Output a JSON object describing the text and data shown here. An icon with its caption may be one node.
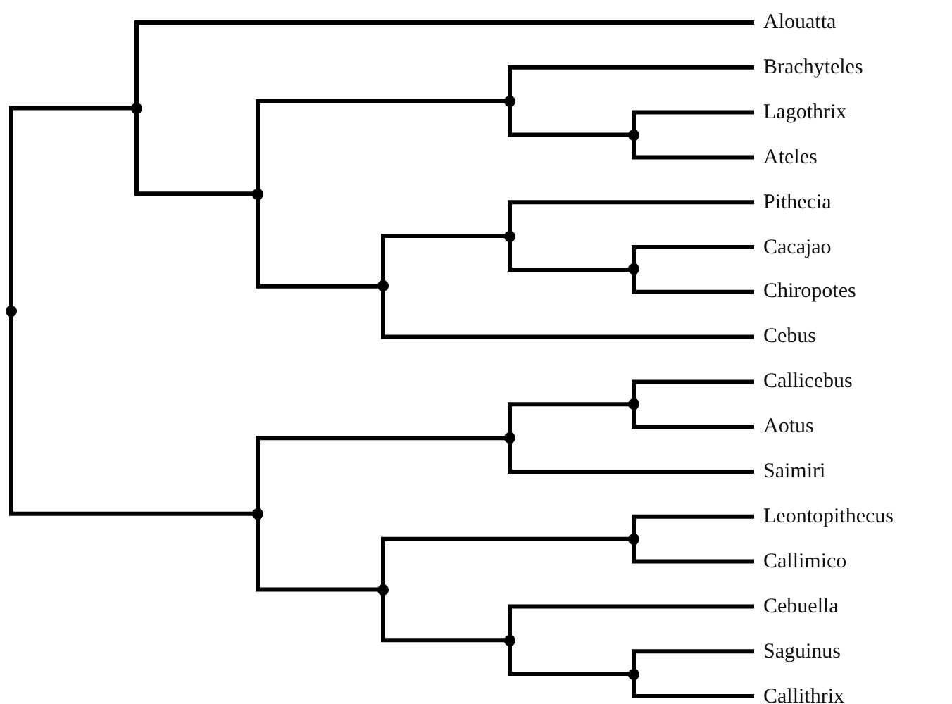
{
  "diagram": {
    "nodes": [
      {
        "text": [],
        "shape": "point"
      },
      {
        "text": [],
        "shape": "point"
      },
      {
        "text": [
          "Alouatta"
        ]
      },
      {
        "text": [],
        "shape": "point"
      },
      {
        "text": [],
        "shape": "point"
      },
      {
        "text": [
          "Brachyteles"
        ]
      },
      {
        "text": [],
        "shape": "point"
      },
      {
        "text": [
          "Lagothrix"
        ]
      },
      {
        "text": [
          "Ateles"
        ]
      },
      {
        "text": [],
        "shape": "point"
      },
      {
        "text": [],
        "shape": "point"
      },
      {
        "text": [
          "Pithecia"
        ]
      },
      {
        "text": [],
        "shape": "point"
      },
      {
        "text": [
          "Cacajao"
        ]
      },
      {
        "text": [
          "Chiropotes"
        ]
      },
      {
        "text": [
          "Cebus"
        ]
      },
      {
        "text": [],
        "shape": "point"
      },
      {
        "text": [],
        "shape": "point"
      },
      {
        "text": [],
        "shape": "point"
      },
      {
        "text": [
          "Callicebus"
        ]
      },
      {
        "text": [
          "Aotus"
        ]
      },
      {
        "text": [
          "Saimiri"
        ]
      },
      {
        "text": [],
        "shape": "point"
      },
      {
        "text": [],
        "shape": "point"
      },
      {
        "text": [
          "Leontopithecus"
        ]
      },
      {
        "text": [
          "Callimico"
        ]
      },
      {
        "text": [],
        "shape": "point"
      },
      {
        "text": [
          "Cebuella"
        ]
      },
      {
        "text": [],
        "shape": "point"
      },
      {
        "text": [
          "Saguinus"
        ]
      },
      {
        "text": [
          "Callithrix"
        ]
      }
    ],
    "edges": [
      {
        "from": 0,
        "to": 1,
        "arrow": "none"
      },
      {
        "from": 1,
        "to": 2,
        "arrow": "none"
      },
      {
        "from": 1,
        "to": 3,
        "arrow": "none"
      },
      {
        "from": 3,
        "to": 4,
        "arrow": "none"
      },
      {
        "from": 4,
        "to": 5,
        "arrow": "none"
      },
      {
        "from": 4,
        "to": 6,
        "arrow": "none"
      },
      {
        "from": 6,
        "to": 7,
        "arrow": "none"
      },
      {
        "from": 6,
        "to": 8,
        "arrow": "none"
      },
      {
        "from": 3,
        "to": 9,
        "arrow": "none"
      },
      {
        "from": 9,
        "to": 10,
        "arrow": "none"
      },
      {
        "from": 10,
        "to": 11,
        "arrow": "none"
      },
      {
        "from": 10,
        "to": 12,
        "arrow": "none"
      },
      {
        "from": 12,
        "to": 13,
        "arrow": "none"
      },
      {
        "from": 12,
        "to": 14,
        "arrow": "none"
      },
      {
        "from": 9,
        "to": 15,
        "arrow": "none"
      },
      {
        "from": 0,
        "to": 16,
        "arrow": "none"
      },
      {
        "from": 16,
        "to": 17,
        "arrow": "none"
      },
      {
        "from": 17,
        "to": 18,
        "arrow": "none"
      },
      {
        "from": 18,
        "to": 19,
        "arrow": "none"
      },
      {
        "from": 18,
        "to": 20,
        "arrow": "none"
      },
      {
        "from": 17,
        "to": 21,
        "arrow": "none"
      },
      {
        "from": 16,
        "to": 22,
        "arrow": "none"
      },
      {
        "from": 22,
        "to": 23,
        "arrow": "none"
      },
      {
        "from": 23,
        "to": 24,
        "arrow": "none"
      },
      {
        "from": 23,
        "to": 25,
        "arrow": "none"
      },
      {
        "from": 22,
        "to": 26,
        "arrow": "none"
      },
      {
        "from": 26,
        "to": 27,
        "arrow": "none"
      },
      {
        "from": 26,
        "to": 28,
        "arrow": "none"
      },
      {
        "from": 28,
        "to": 29,
        "arrow": "none"
      },
      {
        "from": 28,
        "to": 30,
        "arrow": "none"
      }
    ]
  }
}
